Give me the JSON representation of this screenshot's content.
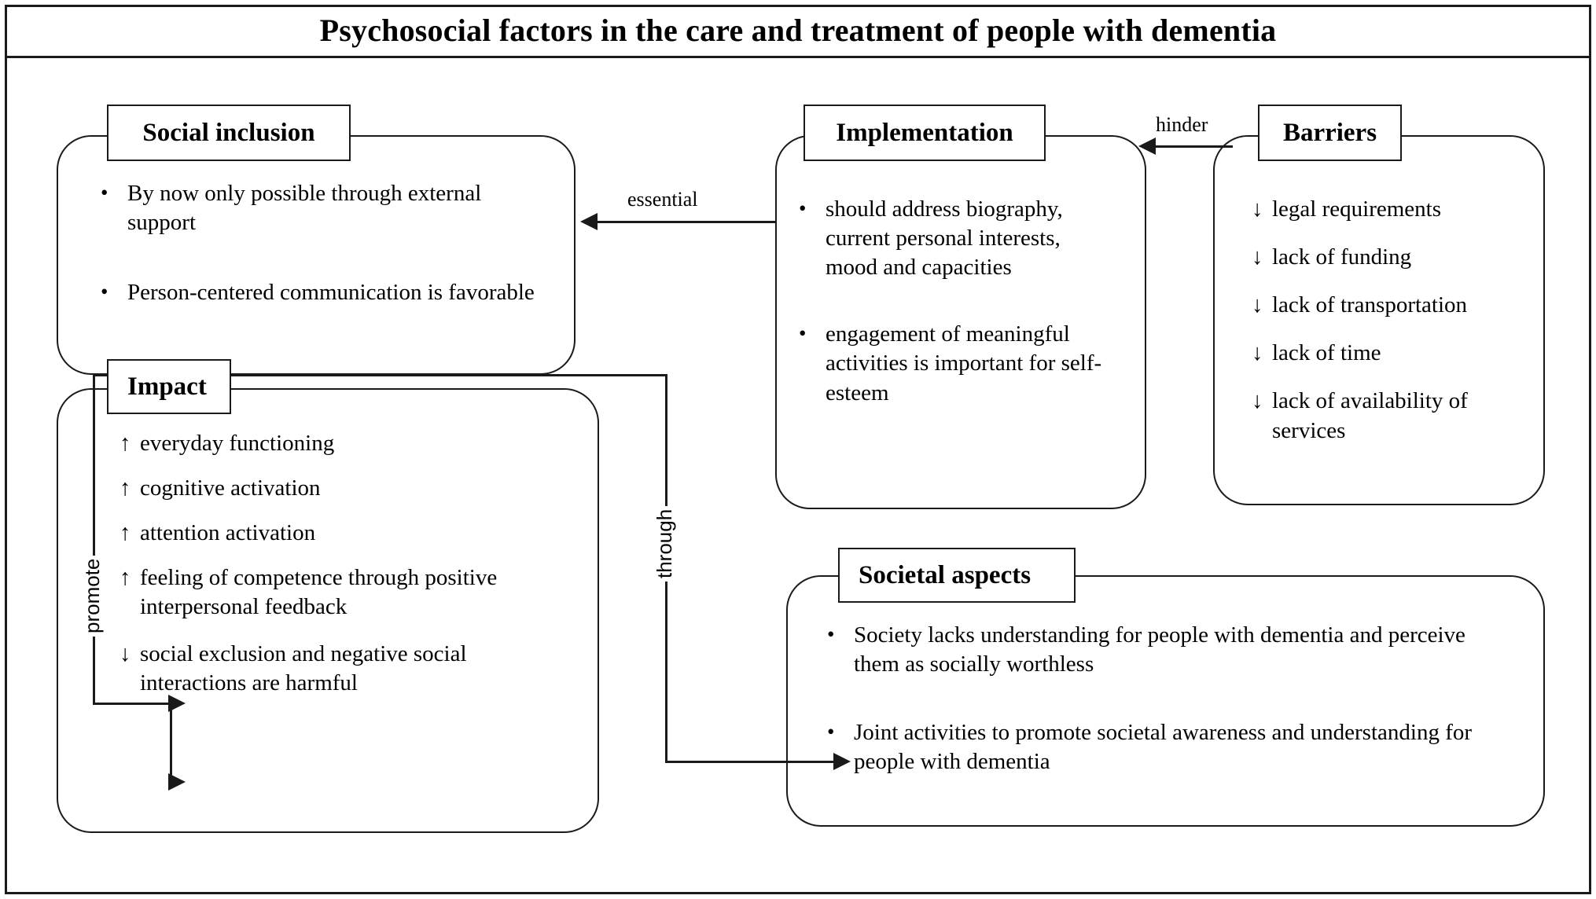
{
  "page": {
    "title": "Psychosocial factors in the care and treatment of people with dementia"
  },
  "boxes": {
    "social_inclusion": {
      "title": "Social inclusion",
      "items": [
        "By now only possible through external support",
        "Person-centered communication is favorable"
      ]
    },
    "implementation": {
      "title": "Implementation",
      "items": [
        "should address biography, current personal interests, mood and capacities",
        "engagement of meaningful activities is important for self-esteem"
      ]
    },
    "barriers": {
      "title": "Barriers",
      "items": [
        {
          "marker": "↓",
          "text": "legal requirements"
        },
        {
          "marker": "↓",
          "text": "lack of funding"
        },
        {
          "marker": "↓",
          "text": "lack of transportation"
        },
        {
          "marker": "↓",
          "text": "lack of time"
        },
        {
          "marker": "↓",
          "text": "lack of availability of services"
        }
      ]
    },
    "impact": {
      "title": "Impact",
      "items": [
        {
          "marker": "↑",
          "text": "everyday functioning"
        },
        {
          "marker": "↑",
          "text": "cognitive activation"
        },
        {
          "marker": "↑",
          "text": "attention activation"
        },
        {
          "marker": "↑",
          "text": "feeling of competence through positive interpersonal feedback"
        },
        {
          "marker": "↓",
          "text": "social exclusion and negative social interactions are harmful"
        }
      ]
    },
    "societal_aspects": {
      "title": "Societal aspects",
      "items": [
        "Society lacks understanding for people with dementia and perceive them as socially worthless",
        "Joint activities to promote societal awareness and understanding for people with dementia"
      ]
    }
  },
  "connectors": {
    "essential": {
      "label": "essential",
      "from": "implementation",
      "to": "social_inclusion"
    },
    "hinder": {
      "label": "hinder",
      "from": "barriers",
      "to": "implementation"
    },
    "through": {
      "label": "through",
      "from": "social_inclusion",
      "to": "societal_aspects"
    },
    "promote": {
      "label": "promote",
      "from": "social_inclusion",
      "to": "impact"
    }
  },
  "symbols": {
    "bullet": "•",
    "increase": "↑",
    "decrease": "↓"
  },
  "colors": {
    "line": "#1a1a1a",
    "background": "#ffffff",
    "text": "#000000"
  }
}
